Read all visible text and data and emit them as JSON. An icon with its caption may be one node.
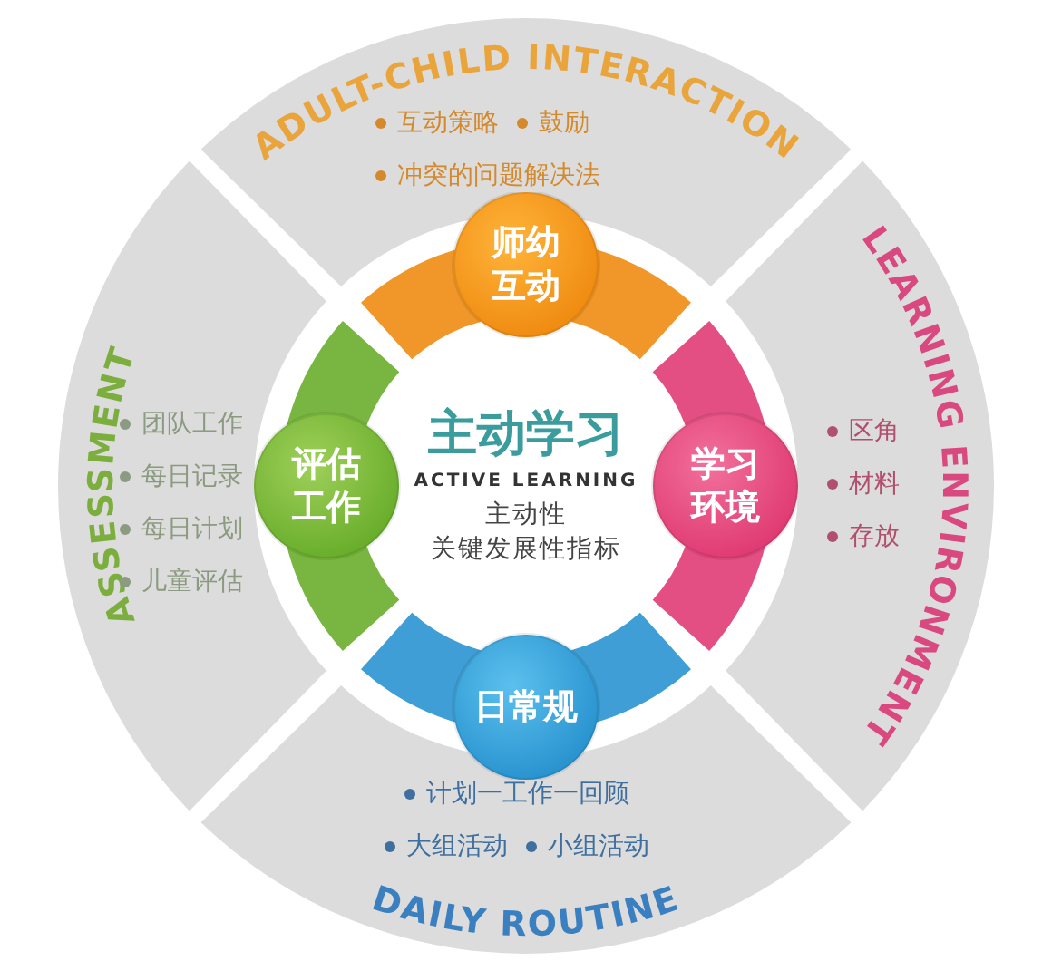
{
  "diagram": {
    "nodes": [
      {
        "text": [
          "ADULT-CHILD INTERACTION",
          "互动策略",
          "鼓励",
          "冲突的问题解决法"
        ]
      },
      {
        "text": [
          "ASSESSMENT",
          "团队工作",
          "每日记录",
          "每日计划",
          "儿童评估"
        ]
      },
      {
        "text": [
          "LEARNING ENVIRONMENT",
          "区角",
          "材料",
          "存放"
        ]
      },
      {
        "text": [
          "计划一工作一回顾",
          "大组活动",
          "小组活动",
          "DAILY ROUTINE"
        ]
      },
      {
        "text": [
          "师幼互动"
        ]
      },
      {
        "text": [
          "评估工作"
        ]
      },
      {
        "text": [
          "主动学习",
          "ACTIVE LEARNING",
          "主动性",
          "关键发展性指标"
        ]
      },
      {
        "text": [
          "学习环境"
        ]
      },
      {
        "text": [
          "日常规"
        ]
      }
    ]
  }
}
